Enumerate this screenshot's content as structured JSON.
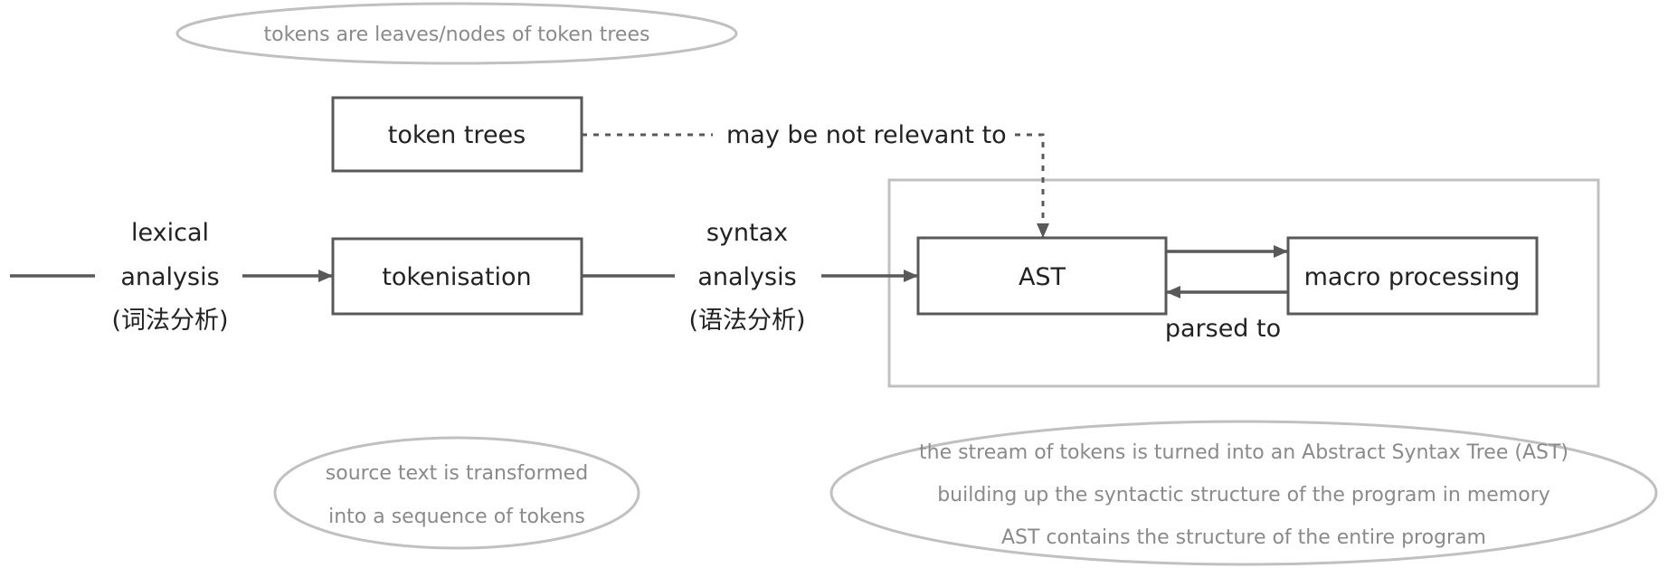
{
  "diagram": {
    "nodes": {
      "token_trees": "token trees",
      "tokenisation": "tokenisation",
      "ast": "AST",
      "macro_processing": "macro processing"
    },
    "edges": {
      "lexical_analysis": [
        "lexical",
        "analysis",
        "(词法分析)"
      ],
      "syntax_analysis": [
        "syntax",
        "analysis",
        "(语法分析)"
      ],
      "may_be_not_relevant": "may be not relevant to",
      "parsed_to": "parsed to"
    },
    "notes": {
      "token_trees_note": [
        "tokens are leaves/nodes of token trees"
      ],
      "lexical_note": [
        "source text is transformed",
        "into a sequence of tokens"
      ],
      "syntax_note": [
        "the stream of tokens is turned into an Abstract Syntax Tree (AST)",
        "building up the syntactic structure of the program in memory",
        "AST contains the structure of the entire program"
      ]
    },
    "colors": {
      "node_stroke": "#595959",
      "group_stroke": "#c0c0c0",
      "note_stroke": "#c0c0c0",
      "note_text": "#8a8a8a",
      "text": "#222222"
    }
  }
}
